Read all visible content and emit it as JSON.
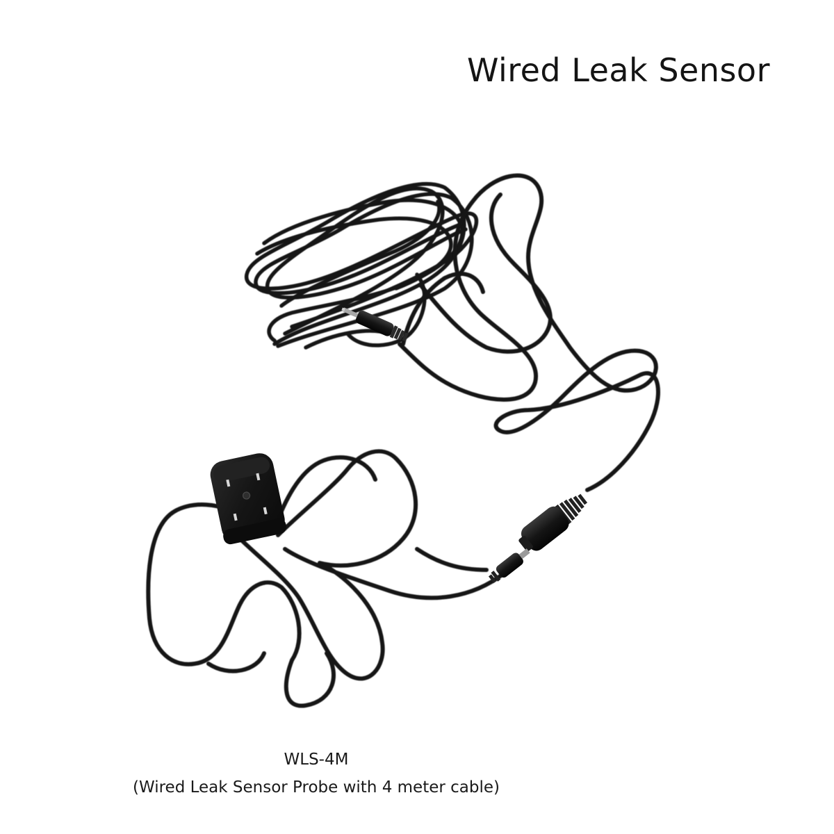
{
  "header": {
    "title": "Wired Leak Sensor"
  },
  "caption": {
    "model": "WLS-4M",
    "description": "(Wired Leak Sensor Probe with 4 meter cable)"
  },
  "colors": {
    "background": "#ffffff",
    "text": "#141414",
    "cable": "#141414",
    "probe_body": "#121212"
  }
}
